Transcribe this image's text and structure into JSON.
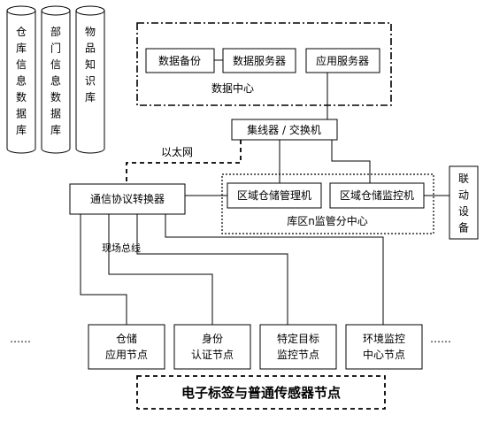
{
  "databases": [
    {
      "label": "仓库信息数据库"
    },
    {
      "label": "部门信息数据库"
    },
    {
      "label": "物品知识库"
    }
  ],
  "data_center": {
    "label": "数据中心",
    "nodes": [
      "数据备份",
      "数据服务器",
      "应用服务器"
    ]
  },
  "hub": {
    "label": "集线器 / 交换机"
  },
  "ethernet": {
    "label": "以太网"
  },
  "converter": {
    "label": "通信协议转换器"
  },
  "sub_center": {
    "label": "库区n监管分中心",
    "nodes": [
      "区域仓储管理机",
      "区域仓储监控机"
    ]
  },
  "linkage": {
    "label": "联动设备"
  },
  "fieldbus": {
    "label": "现场总线"
  },
  "field_nodes": [
    {
      "line1": "仓储",
      "line2": "应用节点"
    },
    {
      "line1": "身份",
      "line2": "认证节点"
    },
    {
      "line1": "特定目标",
      "line2": "监控节点"
    },
    {
      "line1": "环境监控",
      "line2": "中心节点"
    }
  ],
  "ellipsis": "……",
  "sensor_layer": {
    "label": "电子标签与普通传感器节点"
  }
}
